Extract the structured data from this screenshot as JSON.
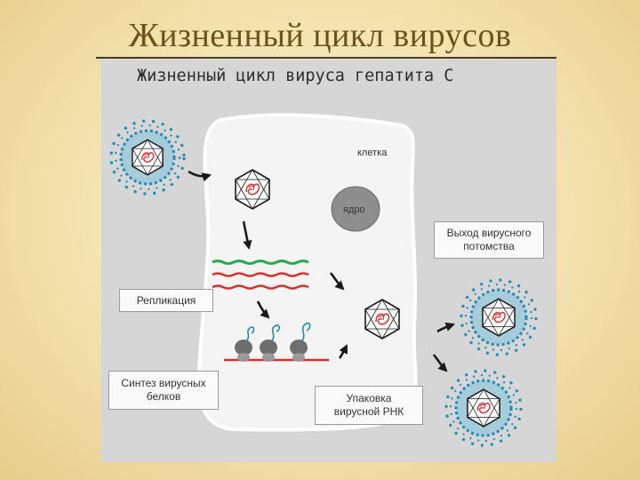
{
  "slide": {
    "title": "Жизненный цикл вирусов"
  },
  "figure": {
    "title": "Жизненный цикл вируса гепатита С",
    "cell_label": "клетка",
    "nucleus_label": "ядро",
    "labels": {
      "replication": "Репликация",
      "protein_synthesis_line1": "Синтез вирусных",
      "protein_synthesis_line2": "белков",
      "packaging_line1": "Упаковка",
      "packaging_line2": "вирусной РНК",
      "exit_line1": "Выход вирусного",
      "exit_line2": "потомства"
    }
  },
  "colors": {
    "background": "#f3e2ae",
    "slide_title": "#6b5318",
    "figure_bg": "#d6d6d6",
    "cell": "#f4f4f4",
    "nucleus": "#8e8e8e",
    "spikes": "#1f8ab8",
    "envelope": "#7fc3e0",
    "rna_green": "#27a84a",
    "rna_red": "#d8312c",
    "arrow": "#1a1a1a"
  }
}
